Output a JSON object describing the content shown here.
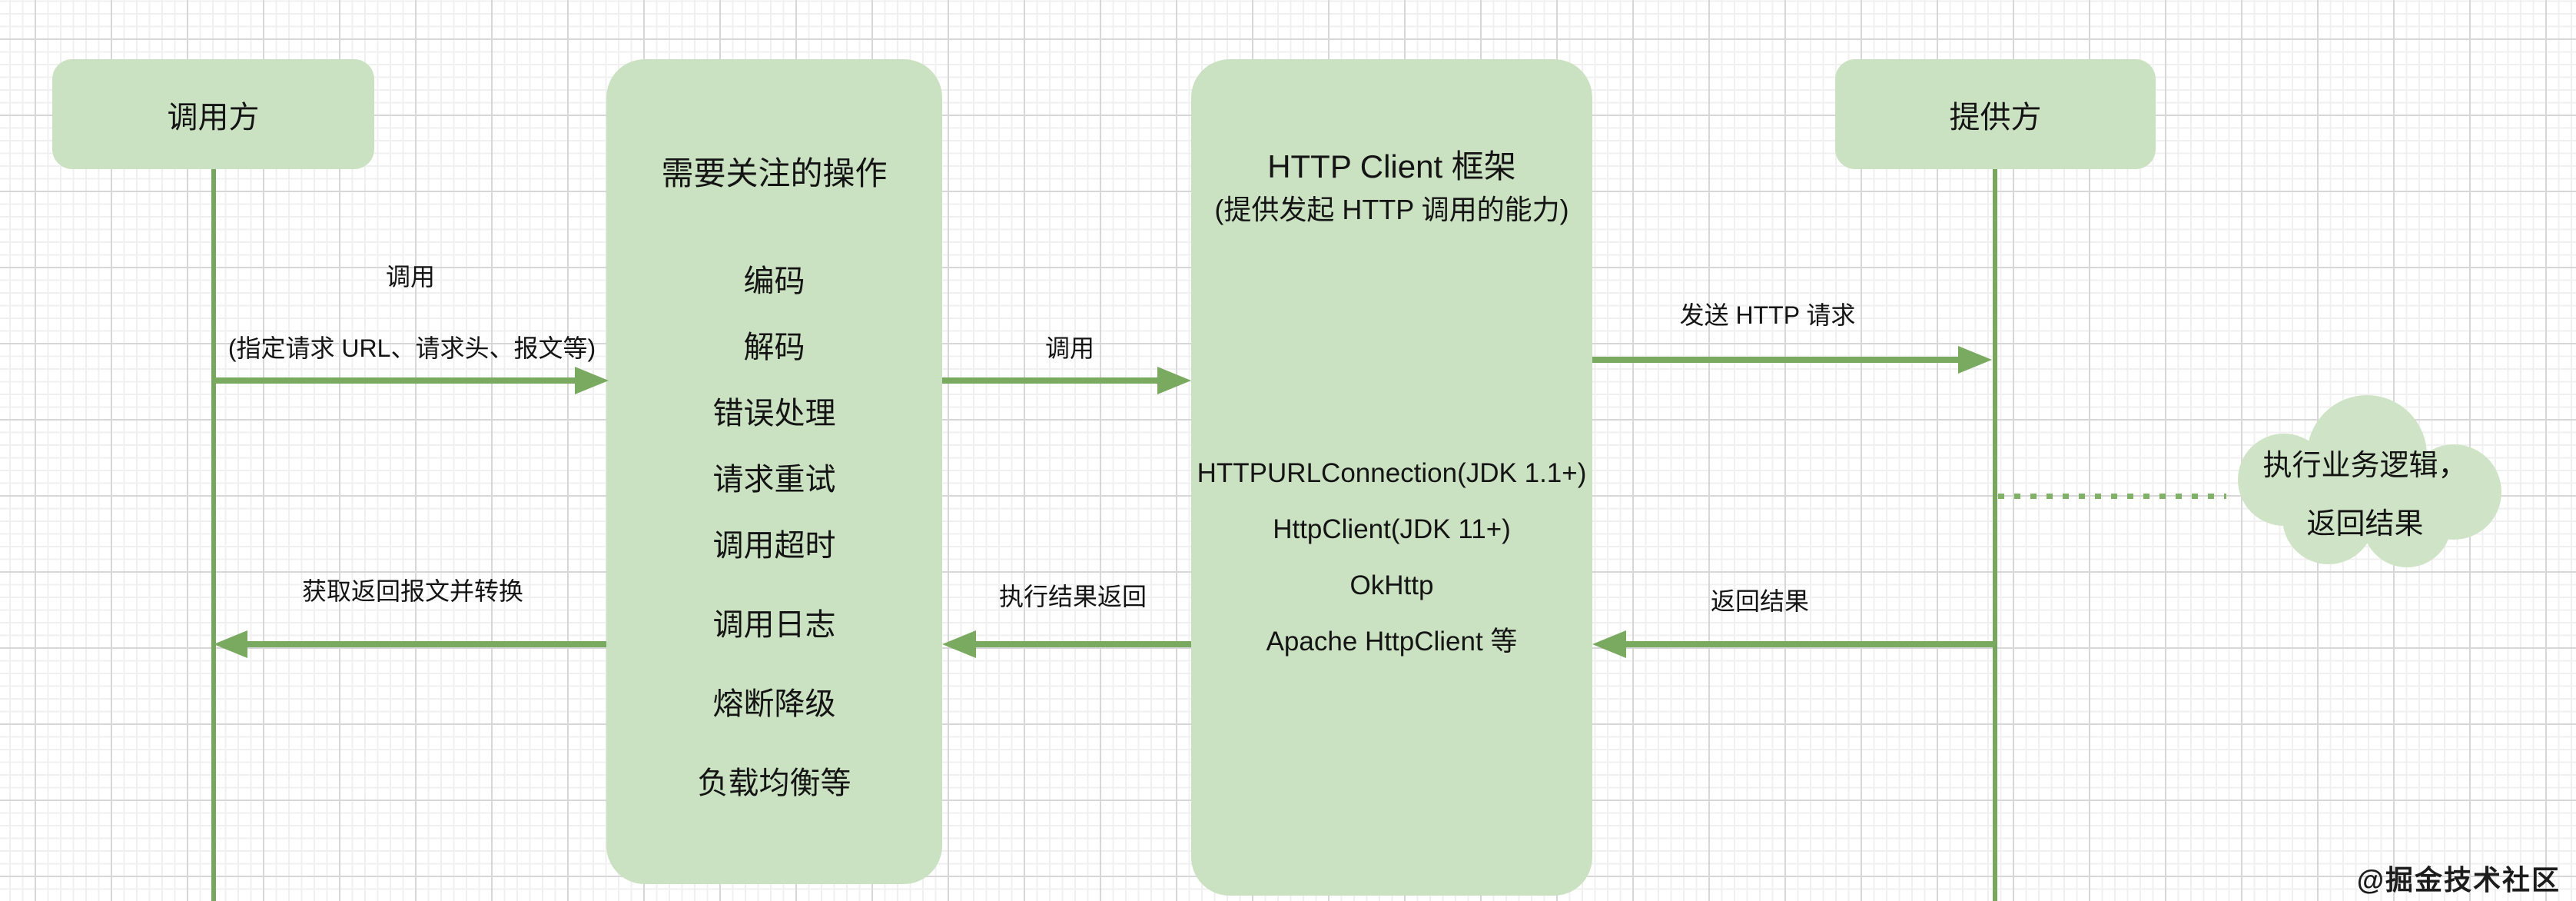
{
  "diagram": {
    "caller": {
      "label": "调用方"
    },
    "ops": {
      "title": "需要关注的操作",
      "items": [
        "编码",
        "解码",
        "错误处理",
        "请求重试",
        "调用超时",
        "调用日志",
        "熔断降级",
        "负载均衡等"
      ]
    },
    "client": {
      "title": "HTTP Client 框架",
      "subtitle": "(提供发起 HTTP 调用的能力)",
      "items": [
        "HTTPURLConnection(JDK 1.1+)",
        "HttpClient(JDK 11+)",
        "OkHttp",
        "Apache HttpClient 等"
      ]
    },
    "provider": {
      "label": "提供方"
    },
    "cloud": {
      "line1": "执行业务逻辑，",
      "line2": "返回结果"
    },
    "arrows": {
      "call1": {
        "label": "调用",
        "sublabel": "(指定请求 URL、请求头、报文等)"
      },
      "call2": {
        "label": "调用"
      },
      "send_http": {
        "label": "发送 HTTP 请求"
      },
      "return_result": {
        "label": "返回结果"
      },
      "result_return": {
        "label": "执行结果返回"
      },
      "get_response": {
        "label": "获取返回报文并转换"
      }
    },
    "watermark": "@掘金技术社区",
    "colors": {
      "node_fill": "#cbe2c2",
      "connector_green": "#7aa960",
      "text": "#141414"
    }
  }
}
